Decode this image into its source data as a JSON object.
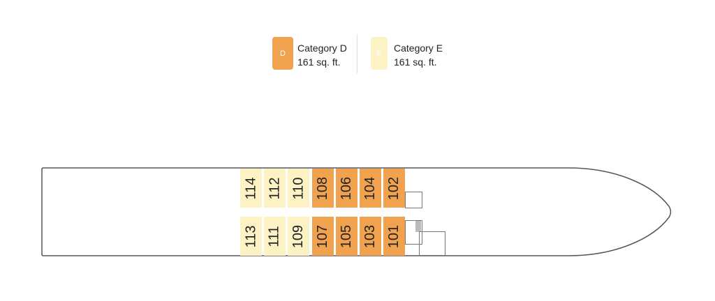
{
  "legend": [
    {
      "code": "D",
      "name": "Category D",
      "size": "161 sq. ft.",
      "color": "#f0a24e"
    },
    {
      "code": "E",
      "name": "Category E",
      "size": "161 sq. ft.",
      "color": "#fdf2c4"
    }
  ],
  "deck": {
    "top_row": [
      {
        "number": "114",
        "category": "E"
      },
      {
        "number": "112",
        "category": "E"
      },
      {
        "number": "110",
        "category": "E"
      },
      {
        "number": "108",
        "category": "D"
      },
      {
        "number": "106",
        "category": "D"
      },
      {
        "number": "104",
        "category": "D"
      },
      {
        "number": "102",
        "category": "D"
      }
    ],
    "bottom_row": [
      {
        "number": "113",
        "category": "E"
      },
      {
        "number": "111",
        "category": "E"
      },
      {
        "number": "109",
        "category": "E"
      },
      {
        "number": "107",
        "category": "D"
      },
      {
        "number": "105",
        "category": "D"
      },
      {
        "number": "103",
        "category": "D"
      },
      {
        "number": "101",
        "category": "D"
      }
    ]
  }
}
